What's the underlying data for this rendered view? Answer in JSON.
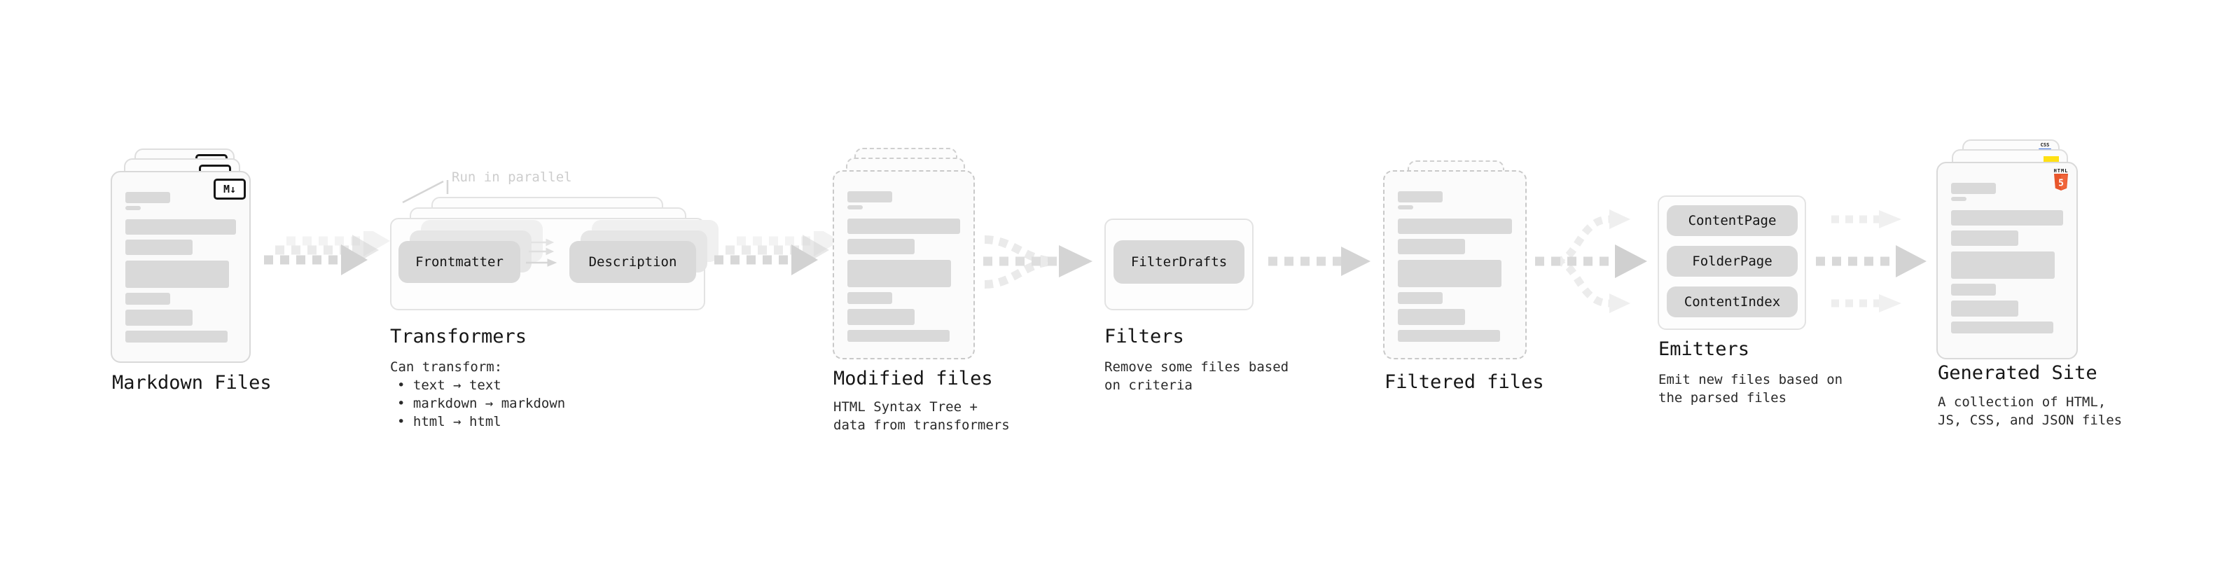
{
  "stages": {
    "markdown_files": {
      "label": "Markdown Files",
      "badge": "M↓"
    },
    "transformers": {
      "title": "Transformers",
      "note": "Run in parallel",
      "pill_frontmatter": "Frontmatter",
      "pill_description": "Description",
      "desc_intro": "Can transform:",
      "bullets": [
        "• text → text",
        "• markdown → markdown",
        "• html → html"
      ]
    },
    "modified_files": {
      "title": "Modified files",
      "desc": [
        "HTML Syntax Tree +",
        "data from transformers"
      ]
    },
    "filters": {
      "pill": "FilterDrafts",
      "title": "Filters",
      "desc": [
        "Remove some files based",
        "on criteria"
      ]
    },
    "filtered_files": {
      "title": "Filtered files"
    },
    "emitters": {
      "pills": [
        "ContentPage",
        "FolderPage",
        "ContentIndex"
      ],
      "title": "Emitters",
      "desc": [
        "Emit new files based on",
        "the parsed files"
      ]
    },
    "generated_site": {
      "title": "Generated Site",
      "desc": [
        "A collection of HTML,",
        "JS, CSS, and JSON files"
      ],
      "badges": {
        "css_label": "CSS",
        "html_label": "HTML",
        "html_number": "5"
      }
    }
  },
  "colors": {
    "html5_orange": "#E8562B",
    "html5_orange_light": "#F0653B",
    "js_yellow": "#FFE014",
    "css_blue": "#3B6FE0",
    "arrow_gray": "#d2d2d2",
    "bar_gray": "#d9d9d9",
    "pill_gray": "#d9d9d9"
  }
}
